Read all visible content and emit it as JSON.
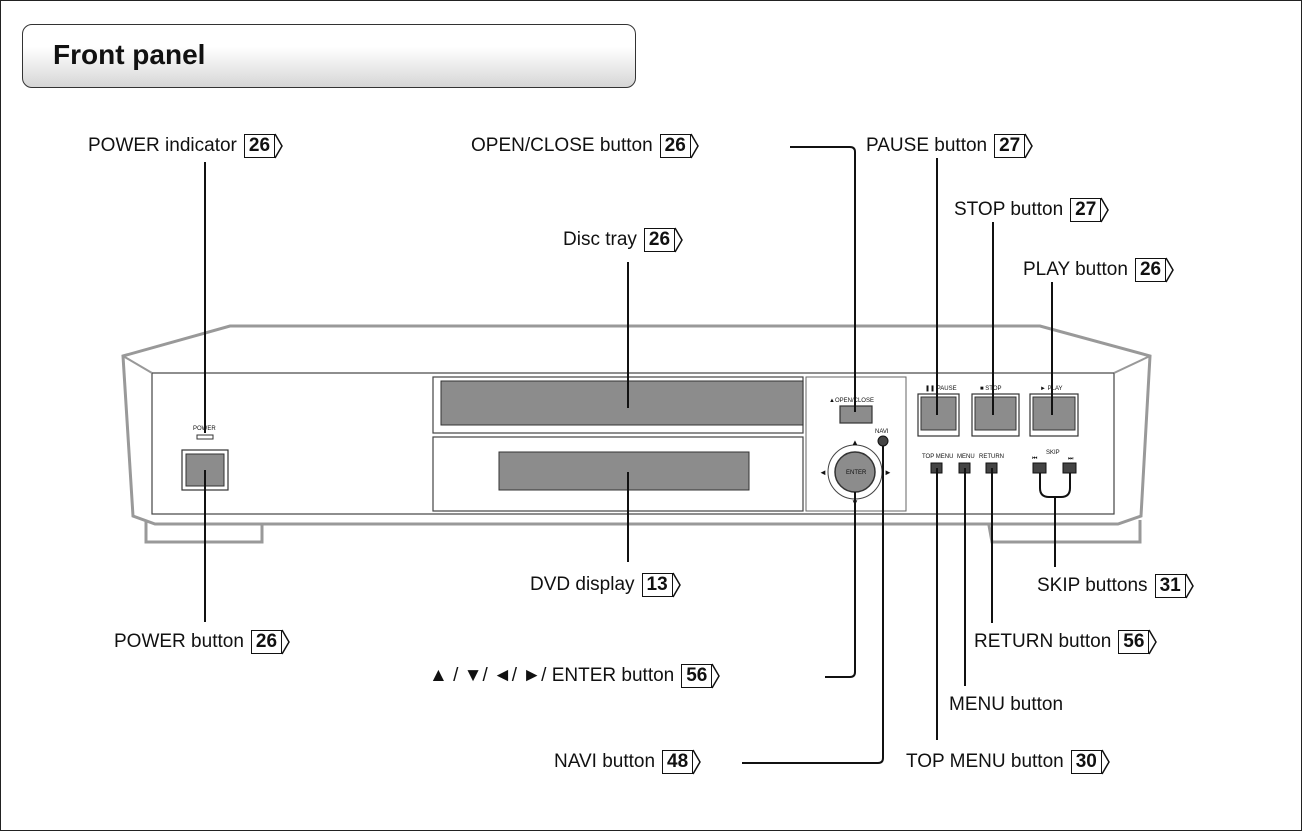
{
  "title": "Front panel",
  "callouts": {
    "power_indicator": {
      "label": "POWER indicator",
      "page": "26"
    },
    "open_close": {
      "label": "OPEN/CLOSE button",
      "page": "26"
    },
    "pause": {
      "label": "PAUSE button",
      "page": "27"
    },
    "stop": {
      "label": "STOP button",
      "page": "27"
    },
    "disc_tray": {
      "label": "Disc tray",
      "page": "26"
    },
    "play": {
      "label": "PLAY button",
      "page": "26"
    },
    "dvd_display": {
      "label": "DVD display",
      "page": "13"
    },
    "skip": {
      "label": "SKIP buttons",
      "page": "31"
    },
    "power_button": {
      "label": "POWER button",
      "page": "26"
    },
    "return": {
      "label": "RETURN button",
      "page": "56"
    },
    "enter": {
      "label": "▲ / ▼/ ◄/ ►/ ENTER button",
      "page": "56"
    },
    "menu": {
      "label": "MENU button"
    },
    "navi": {
      "label": "NAVI button",
      "page": "48"
    },
    "top_menu": {
      "label": "TOP MENU button",
      "page": "30"
    }
  },
  "panel_labels": {
    "power": "POWER",
    "open_close": "▲OPEN/CLOSE",
    "pause": "❚❚ PAUSE",
    "stop": "■ STOP",
    "play": "► PLAY",
    "navi": "NAVI",
    "enter": "ENTER",
    "top_menu": "TOP MENU",
    "menu": "MENU",
    "return": "RETURN",
    "skip": "SKIP"
  }
}
